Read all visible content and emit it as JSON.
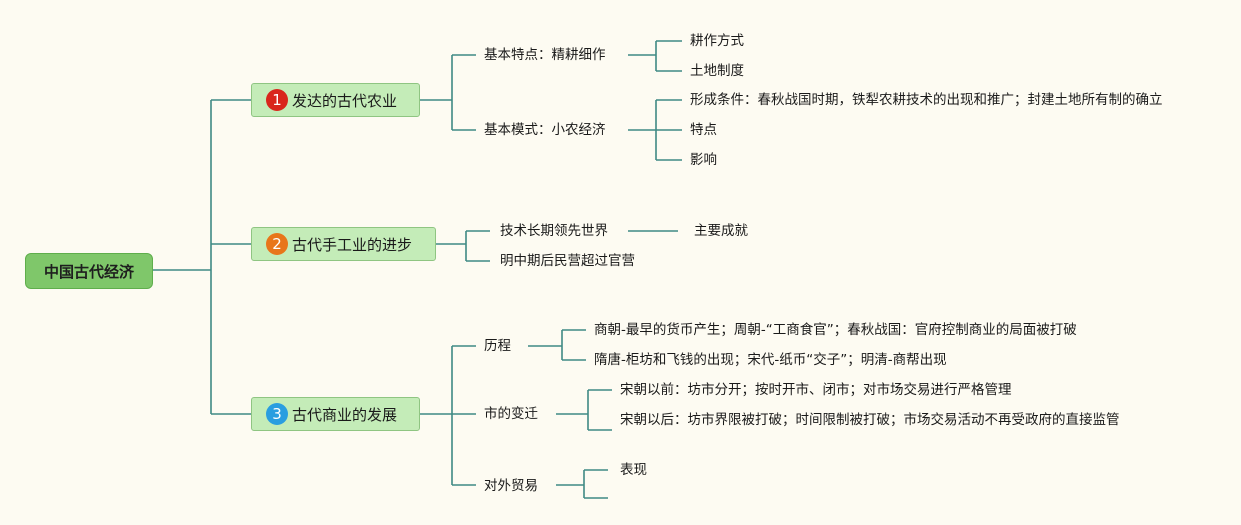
{
  "root": "中国古代经济",
  "branches": [
    {
      "num": "1",
      "color": "#d9261c",
      "label": "发达的古代农业",
      "children": [
        {
          "label": "基本特点：精耕细作",
          "children": [
            "耕作方式",
            "土地制度"
          ]
        },
        {
          "label": "基本模式：小农经济",
          "children": [
            "形成条件：春秋战国时期，铁犁农耕技术的出现和推广；封建土地所有制的确立",
            "特点",
            "影响"
          ]
        }
      ]
    },
    {
      "num": "2",
      "color": "#e8761a",
      "label": "古代手工业的进步",
      "children": [
        {
          "label": "技术长期领先世界",
          "children": [
            "主要成就"
          ]
        },
        {
          "label": "明中期后民营超过官营",
          "children": []
        }
      ]
    },
    {
      "num": "3",
      "color": "#2a9ee0",
      "label": "古代商业的发展",
      "children": [
        {
          "label": "历程",
          "children": [
            "商朝-最早的货币产生；周朝-“工商食官”；春秋战国：官府控制商业的局面被打破",
            "隋唐-柜坊和飞钱的出现；宋代-纸币“交子”；明清-商帮出现"
          ]
        },
        {
          "label": "市的变迁",
          "children": [
            "宋朝以前：坊市分开；按时开市、闭市；对市场交易进行严格管理",
            "宋朝以后：坊市界限被打破；时间限制被打破；市场交易活动不再受政府的直接监管"
          ]
        },
        {
          "label": "对外贸易",
          "children": [
            "表现",
            ""
          ]
        }
      ]
    }
  ]
}
